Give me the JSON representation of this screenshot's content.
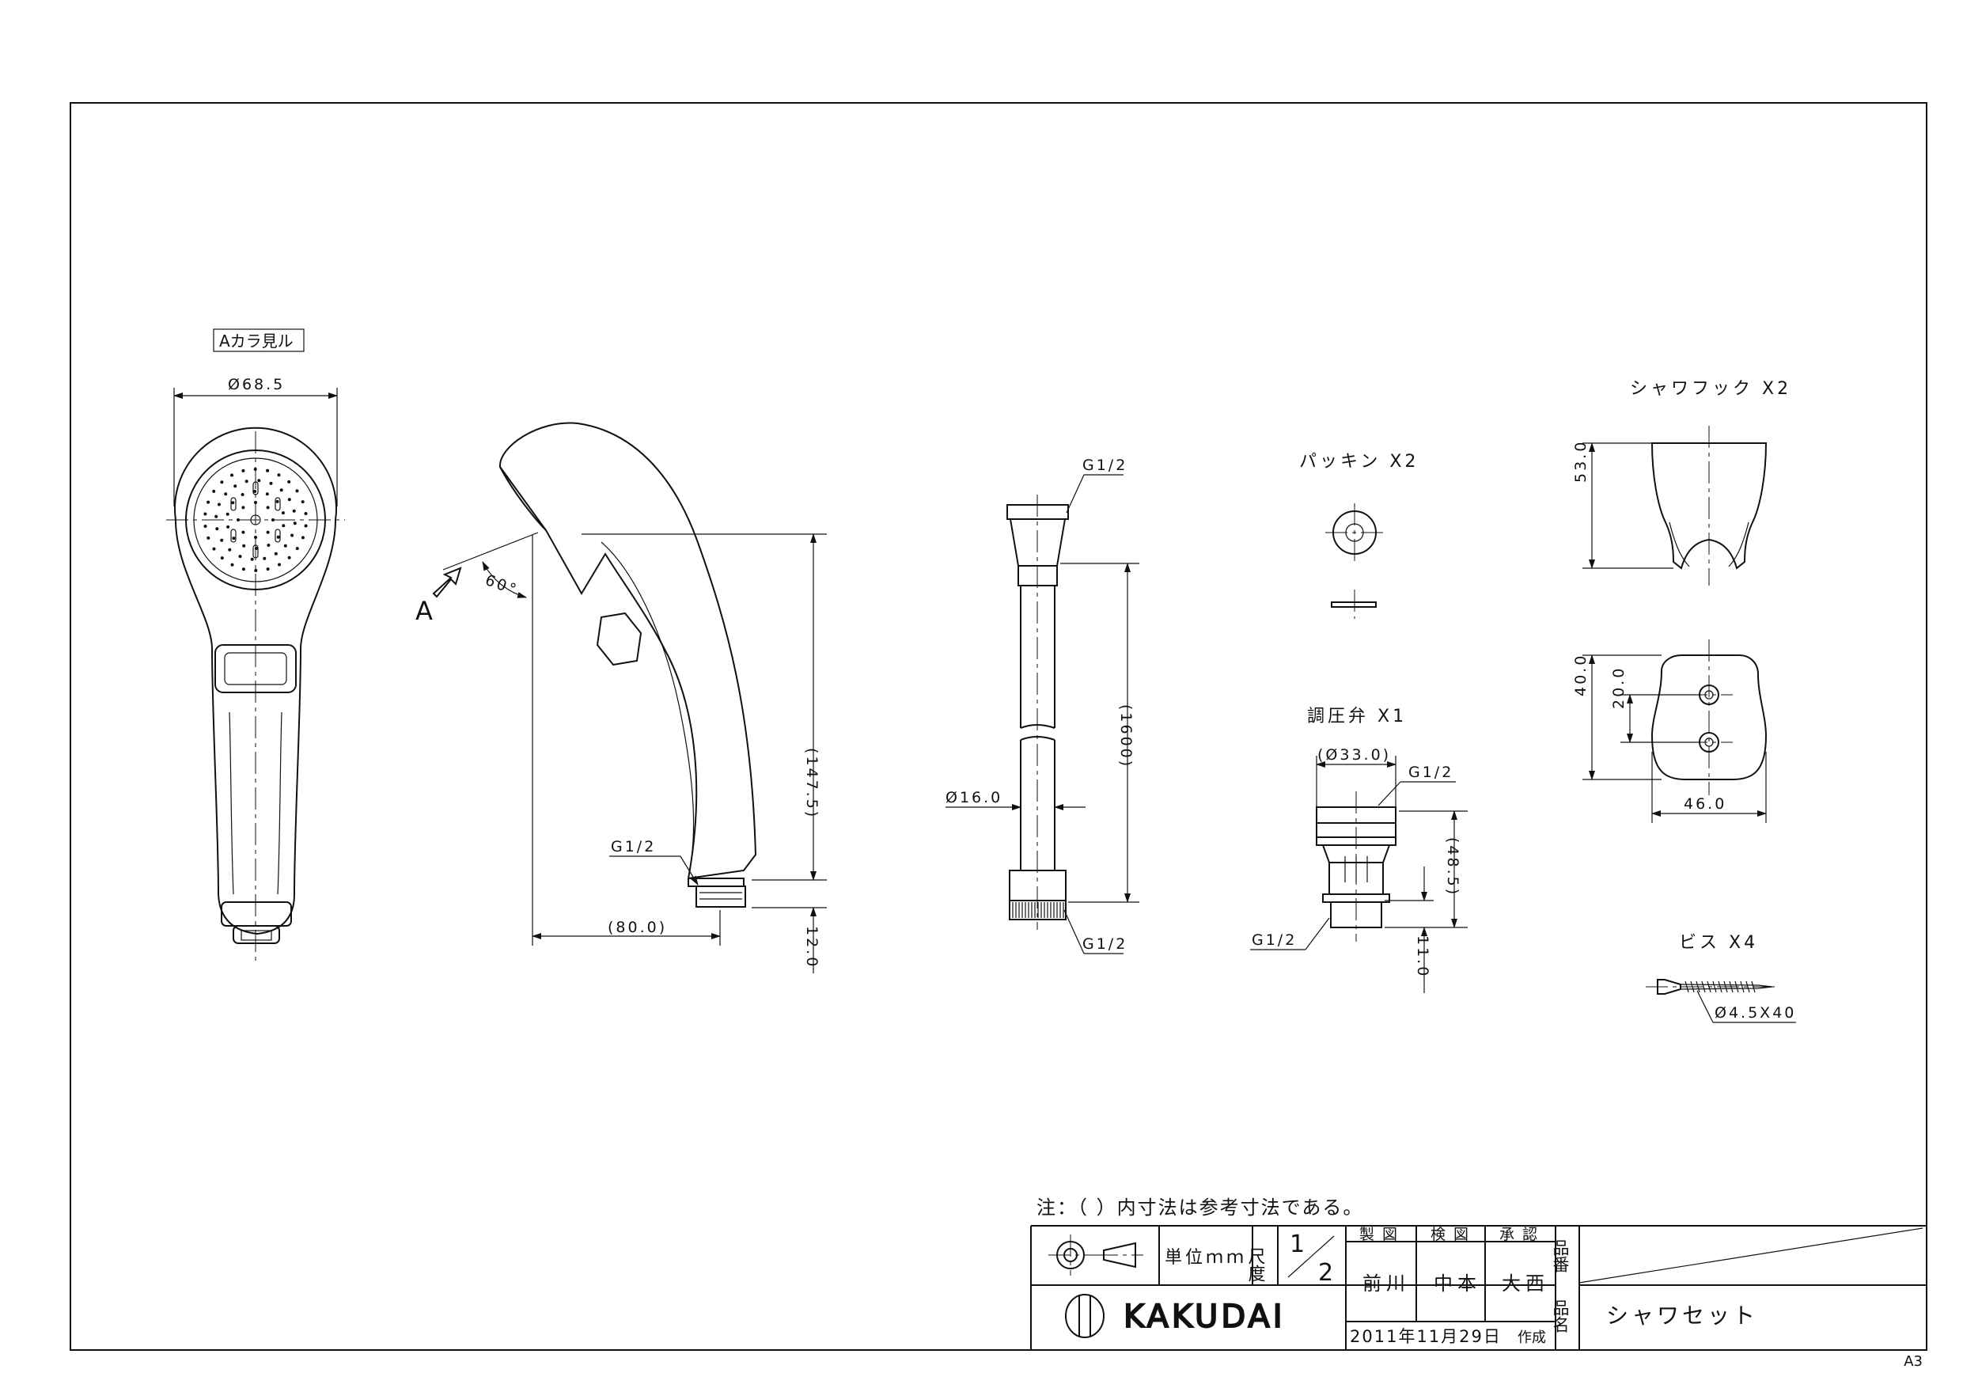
{
  "sheet_size": "A3",
  "views": {
    "front": {
      "view_label": "Aカラ見ル",
      "diameter": "Ø68.5"
    },
    "side": {
      "view_arrow": "A",
      "angle": "60°",
      "length": "(147.5)",
      "width": "(80.0)",
      "thread_len": "12.0",
      "thread": "G1/2"
    },
    "hose": {
      "thread_top": "G1/2",
      "thread_bottom": "G1/2",
      "length": "(1600)",
      "diameter": "Ø16.0"
    },
    "packing": {
      "title": "パッキン X2"
    },
    "regulator": {
      "title": "調圧弁 X1",
      "diameter": "(Ø33.0)",
      "thread_top": "G1/2",
      "thread_bottom": "G1/2",
      "height": "(48.5)",
      "thread_len": "11.0"
    },
    "hook": {
      "title": "シャワフック X2",
      "height": "53.0",
      "height2": "40.0",
      "pitch": "20.0",
      "width": "46.0"
    },
    "screw": {
      "title": "ビス X4",
      "spec": "Ø4.5X40"
    }
  },
  "title_block": {
    "note": "注：（ ）内寸法は参考寸法である。",
    "unit": "単位ｍｍ",
    "scale_label": "尺度",
    "scale_num": "1",
    "scale_den": "2",
    "drawn_label": "製 図",
    "checked_label": "検 図",
    "approved_label": "承 認",
    "drawn_by": "前川",
    "checked_by": "中本",
    "approved_by": "大西",
    "part_no_label": "品番",
    "part_name_label": "品名",
    "part_no": "",
    "part_name": "シャワセット",
    "company": "KAKUDAI",
    "date": "2011年11月29日",
    "date_suffix": "作成"
  }
}
